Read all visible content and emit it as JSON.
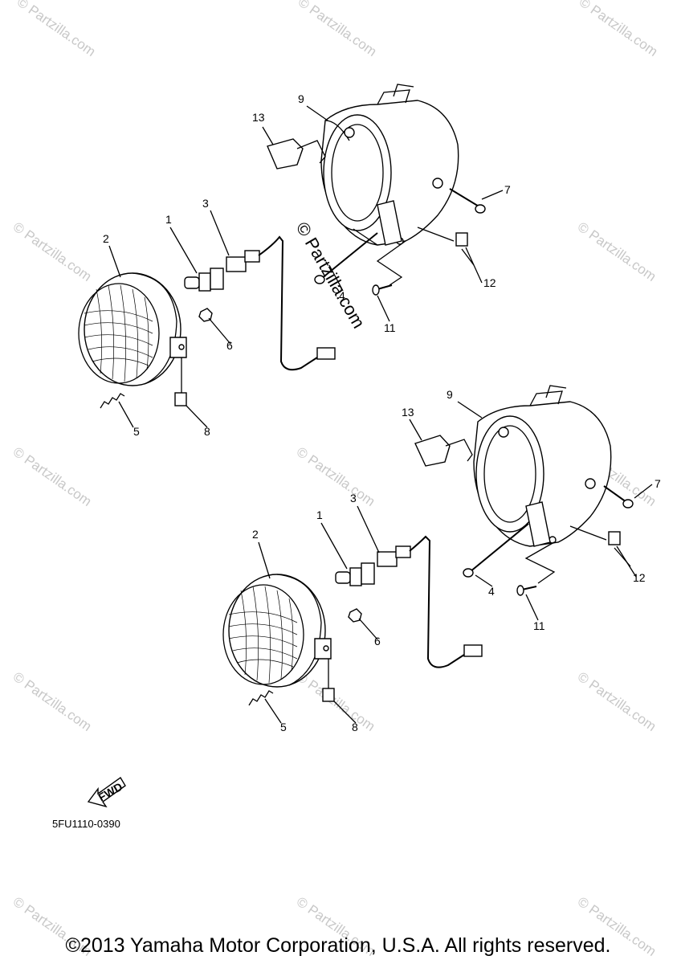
{
  "watermark": {
    "text": "© Partzilla.com",
    "center_text": "© Partzilla.com"
  },
  "upper_assembly": {
    "callouts": [
      "13",
      "9",
      "7",
      "3",
      "1",
      "2",
      "12",
      "4",
      "11",
      "6",
      "5",
      "8"
    ]
  },
  "lower_assembly": {
    "callouts": [
      "9",
      "13",
      "7",
      "3",
      "1",
      "2",
      "12",
      "4",
      "11",
      "6",
      "5",
      "8"
    ]
  },
  "fwd_arrow": {
    "label": "FWD"
  },
  "diagram_code": "5FU1110-0390",
  "copyright": "©2013 Yamaha Motor Corporation, U.S.A. All rights reserved."
}
